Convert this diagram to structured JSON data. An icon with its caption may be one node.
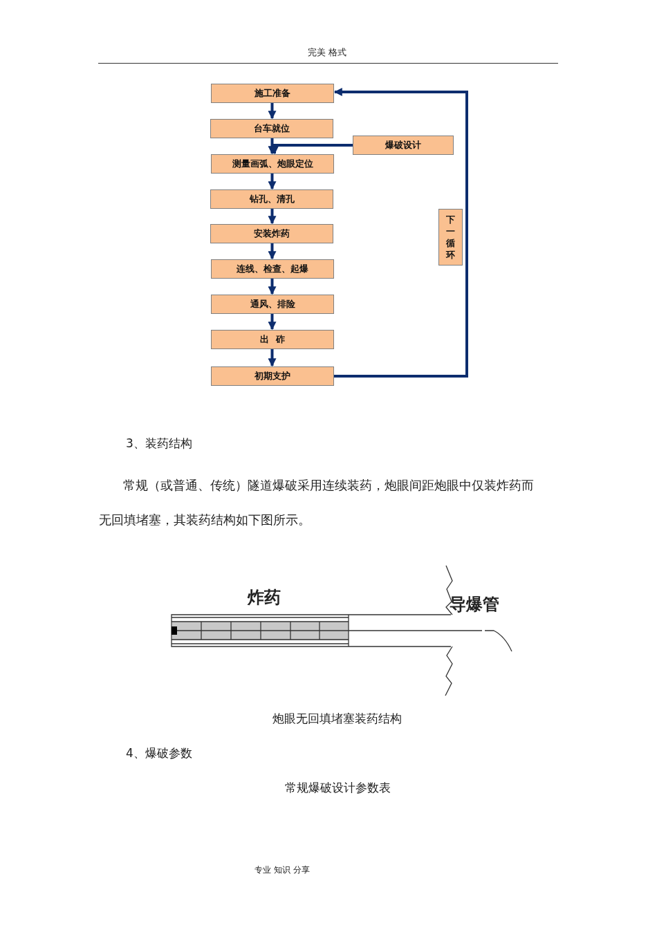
{
  "diagram": {
    "nodes": [
      {
        "text": [
          "施工准备"
        ]
      },
      {
        "text": [
          "台车就位"
        ]
      },
      {
        "text": [
          "测量画弧、炮眼定位"
        ]
      },
      {
        "text": [
          "钻孔、清孔"
        ]
      },
      {
        "text": [
          "安装炸药"
        ]
      },
      {
        "text": [
          "连线、检查、起爆"
        ]
      },
      {
        "text": [
          "通风、排险"
        ]
      },
      {
        "text": [
          "出  砟"
        ]
      },
      {
        "text": [
          "初期支护"
        ]
      },
      {
        "text": [
          "爆破设计"
        ]
      },
      {
        "text": [
          "下一循环"
        ]
      }
    ],
    "edges": [
      {
        "from": 0,
        "to": 1,
        "arrow": "to"
      },
      {
        "from": 1,
        "to": 2,
        "arrow": "to"
      },
      {
        "from": 2,
        "to": 3,
        "arrow": "to"
      },
      {
        "from": 3,
        "to": 4,
        "arrow": "to"
      },
      {
        "from": 4,
        "to": 5,
        "arrow": "to"
      },
      {
        "from": 5,
        "to": 6,
        "arrow": "to"
      },
      {
        "from": 6,
        "to": 7,
        "arrow": "to"
      },
      {
        "from": 7,
        "to": 8,
        "arrow": "to"
      },
      {
        "from": 9,
        "to": 2,
        "arrow": "to"
      },
      {
        "from": 8,
        "to": 0,
        "arrow": "to"
      }
    ],
    "labels": [
      "完美 格式",
      "3、装药结构",
      "常规（或普通、传统）隧道爆破采用连续装药，炮眼间距炮眼中仅装炸药而无回填堵塞，其装药结构如下图所示。",
      "炸药",
      "导爆管",
      "炮眼无回填堵塞装药结构",
      "4、爆破参数",
      "常规爆破设计参数表",
      "专业 知识 分享"
    ]
  }
}
